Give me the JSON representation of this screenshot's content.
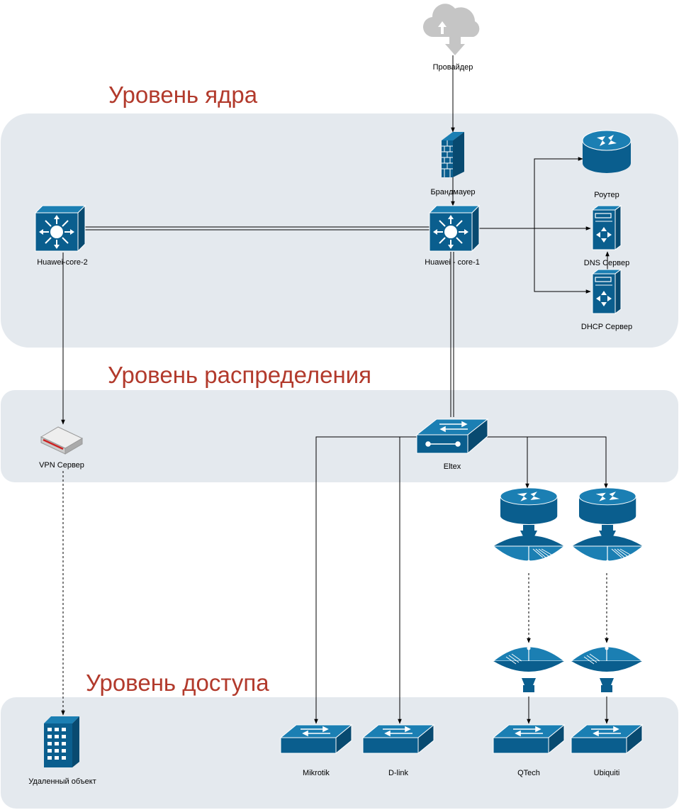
{
  "colors": {
    "layer_fill": "#e4e9ee",
    "layer_title": "#b23a2c",
    "device_blue": "#0a5e8e",
    "device_light": "#1b7fb3",
    "cloud_gray": "#c5c5c5",
    "line": "#000000"
  },
  "layers": {
    "core": {
      "title": "Уровень ядра"
    },
    "distribution": {
      "title": "Уровень распределения"
    },
    "access": {
      "title": "Уровень доступа"
    }
  },
  "nodes": {
    "provider": {
      "label": "Провайдер",
      "icon": "cloud-upload-icon"
    },
    "firewall": {
      "label": "Брандмауер",
      "icon": "firewall-icon"
    },
    "router": {
      "label": "Роутер",
      "icon": "router-icon"
    },
    "core2": {
      "label": "Huawei-core-2",
      "icon": "layer3-switch-icon"
    },
    "core1": {
      "label": "Huawei - core-1",
      "icon": "layer3-switch-icon"
    },
    "dns": {
      "label": "DNS Сервер",
      "icon": "server-icon"
    },
    "dhcp": {
      "label": "DHCP Сервер",
      "icon": "server-icon"
    },
    "vpn": {
      "label": "VPN Сервер",
      "icon": "vpn-appliance-icon"
    },
    "eltex": {
      "label": "Eltex",
      "icon": "switch-icon"
    },
    "remote": {
      "label": "Удаленный объект",
      "icon": "building-icon"
    },
    "mikrotik": {
      "label": "Mikrotik",
      "icon": "switch-icon"
    },
    "dlink": {
      "label": "D-link",
      "icon": "switch-icon"
    },
    "qtech": {
      "label": "QTech",
      "icon": "switch-icon"
    },
    "ubiquiti": {
      "label": "Ubiquiti",
      "icon": "switch-icon"
    }
  }
}
